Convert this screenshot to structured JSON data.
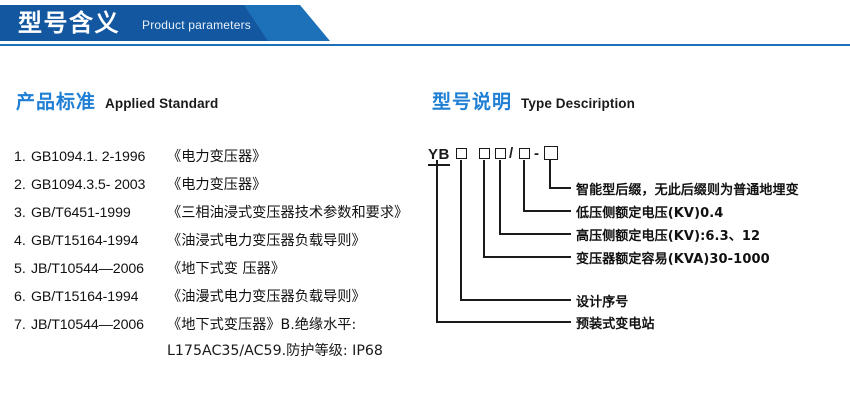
{
  "header": {
    "title_cn": "型号含义",
    "title_en": "Product parameters",
    "bar_dark": "#1257a0",
    "bar_light": "#1c71b9"
  },
  "sections": {
    "standard": {
      "title_cn": "产品标准",
      "title_en": "Applied Standard",
      "accent": "#1f7fd4"
    },
    "type": {
      "title_cn": "型号说明",
      "title_en": "Type Desciription",
      "accent": "#1f7fd4"
    }
  },
  "standards": [
    {
      "num": "1.",
      "code": "GB1094.1. 2-1996",
      "name": "《电力变压器》"
    },
    {
      "num": "2.",
      "code": "GB1094.3.5- 2003",
      "name": "《电力变压器》"
    },
    {
      "num": "3.",
      "code": "GB/T6451-1999",
      "name": "《三相油浸式变压器技术参数和要求》"
    },
    {
      "num": "4.",
      "code": "GB/T15164-1994",
      "name": "《油浸式电力变压器负载导则》"
    },
    {
      "num": "5.",
      "code": "JB/T10544—2006",
      "name": "《地下式变 压器》"
    },
    {
      "num": "6.",
      "code": "GB/T15164-1994",
      "name": "《油漫式电力变压器负载导则》"
    },
    {
      "num": "7.",
      "code": "JB/T10544—2006",
      "name": "《地下式变压器》B.绝缘水平:"
    }
  ],
  "standards_continuation": "L175AC35/AC59.防护等级: IP68",
  "model_code": {
    "prefix": "YB",
    "slash": "/",
    "dash": "-",
    "boxes": [
      "box-1",
      "box-2",
      "box-3",
      "box-4",
      "box-5"
    ]
  },
  "type_labels": [
    {
      "id": "smart-suffix",
      "text": "智能型后缀，无此后缀则为普通地埋变"
    },
    {
      "id": "lv-rated-voltage",
      "text": "低压侧额定电压(KV)0.4"
    },
    {
      "id": "hv-rated-voltage",
      "text": "高压侧额定电压(KV):6.3、12"
    },
    {
      "id": "rated-capacity",
      "text": "变压器额定容易(KVA)30-1000"
    },
    {
      "id": "design-serial",
      "text": "设计序号"
    },
    {
      "id": "prefab-substation",
      "text": "预装式变电站"
    }
  ]
}
